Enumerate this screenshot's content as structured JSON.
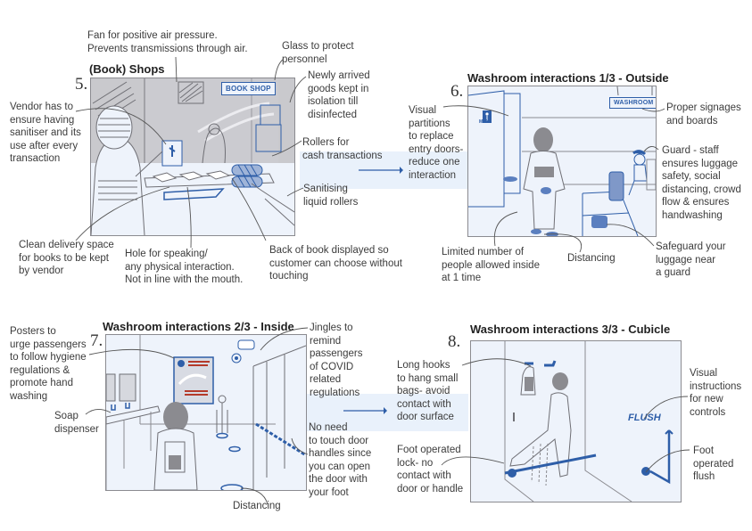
{
  "colors": {
    "accent_blue": "#2e5ea8",
    "panel_bg": "#eef3fb",
    "band_bg": "#e9f1fb",
    "frame": "#8b8b90",
    "sketch": "#6f6f75",
    "shop_wall": "#c9c9cd",
    "poster_red": "#b43a2a"
  },
  "panels": [
    {
      "number": "5.",
      "title": "(Book) Shops",
      "sign": "BOOK SHOP",
      "annotations": {
        "fan": "Fan for positive air pressure.\nPrevents transmissions through air.",
        "glass": "Glass to protect\npersonnel",
        "new_goods": "Newly arrived\ngoods kept in\nisolation till\ndisinfected",
        "vendor": "Vendor has to\nensure having\nsanitiser and its\nuse after every\ntransaction",
        "rollers_cash": "Rollers for\ncash transactions",
        "sanitising_rollers": "Sanitising\nliquid rollers",
        "delivery_space": "Clean delivery space\nfor books to be kept\nby vendor",
        "hole": "Hole for speaking/\nany physical interaction.\nNot in line with the mouth.",
        "back_of_book": "Back of book displayed so\ncustomer can choose without\ntouching"
      }
    },
    {
      "number": "6.",
      "title": "Washroom interactions 1/3 - Outside",
      "sign": "WASHROOM",
      "door_sign": "MEN",
      "annotations": {
        "partitions": "Visual\npartitions\nto replace\nentry doors-\nreduce one\ninteraction",
        "signages": "Proper signages\nand boards",
        "guard": "Guard - staff\nensures luggage\nsafety, social\ndistancing, crowd\nflow & ensures\nhandwashing",
        "limited": "Limited number of\npeople allowed inside\nat 1 time",
        "distancing": "Distancing",
        "luggage": "Safeguard your\nluggage near\na guard"
      }
    },
    {
      "number": "7.",
      "title": "Washroom interactions 2/3 - Inside",
      "annotations": {
        "posters": "Posters to\nurge passengers\nto follow hygiene\nregulations &\npromote hand\nwashing",
        "jingles": "Jingles to\nremind\npassengers\nof COVID\nrelated\nregulations",
        "soap": "Soap\ndispenser",
        "no_touch": "No need\nto touch door\nhandles since\nyou can open\nthe door with\nyour foot",
        "distancing": "Distancing"
      }
    },
    {
      "number": "8.",
      "title": "Washroom interactions 3/3 - Cubicle",
      "flush_label": "FLUSH",
      "annotations": {
        "hooks": "Long hooks\nto hang small\nbags- avoid\ncontact with\ndoor surface",
        "visual_instructions": "Visual\ninstructions\nfor new\ncontrols",
        "foot_lock": "Foot operated\nlock- no\ncontact with\ndoor or handle",
        "foot_flush": "Foot\noperated\nflush"
      }
    }
  ]
}
